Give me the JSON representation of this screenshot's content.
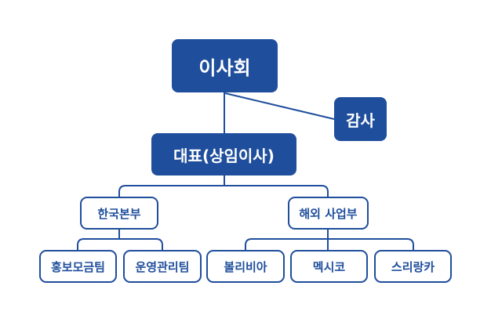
{
  "colors": {
    "primary": "#1f4e9c",
    "background": "#ffffff"
  },
  "org_chart": {
    "board": {
      "label": "이사회"
    },
    "audit": {
      "label": "감사"
    },
    "ceo": {
      "label": "대표(상임이사)"
    },
    "divisions": [
      {
        "label": "한국본부",
        "teams": [
          {
            "label": "홍보모금팀"
          },
          {
            "label": "운영관리팀"
          }
        ]
      },
      {
        "label": "해외 사업부",
        "teams": [
          {
            "label": "볼리비아"
          },
          {
            "label": "멕시코"
          },
          {
            "label": "스리랑카"
          }
        ]
      }
    ]
  }
}
